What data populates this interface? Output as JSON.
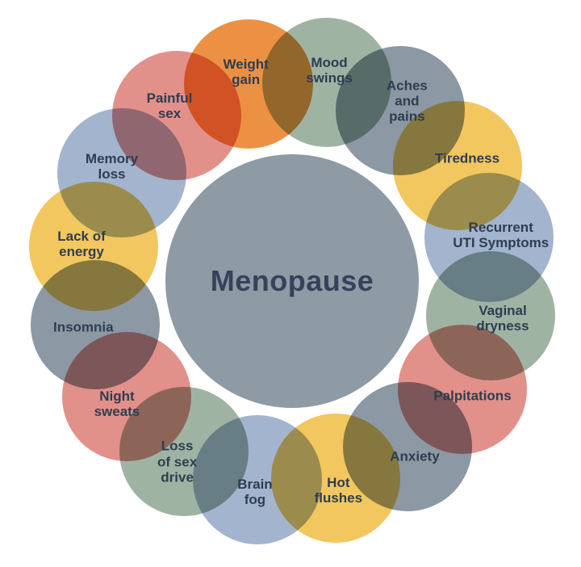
{
  "diagram": {
    "center": {
      "label": "Menopause",
      "color": "#8e9aa4",
      "text_color": "#34435a"
    },
    "label_text_color": "#2e3d50",
    "symptoms": [
      {
        "label": "Mood\nswings",
        "color": "#9fb3a3"
      },
      {
        "label": "Aches\nand\npains",
        "color": "#8c98a4"
      },
      {
        "label": "Tiredness",
        "color": "#f2c75f"
      },
      {
        "label": "Recurrent\nUTI Symptoms",
        "color": "#a3b4ce"
      },
      {
        "label": "Vaginal\ndryness",
        "color": "#9fb3a3"
      },
      {
        "label": "Palpitations",
        "color": "#e2908a"
      },
      {
        "label": "Anxiety",
        "color": "#8c98a4"
      },
      {
        "label": "Hot\nflushes",
        "color": "#f2c75f"
      },
      {
        "label": "Brain\nfog",
        "color": "#a3b4ce"
      },
      {
        "label": "Loss\nof sex\ndrive",
        "color": "#9fb3a3"
      },
      {
        "label": "Night\nsweats",
        "color": "#e2908a"
      },
      {
        "label": "Insomnia",
        "color": "#8c98a4"
      },
      {
        "label": "Lack of\nenergy",
        "color": "#f2c75f"
      },
      {
        "label": "Memory\nloss",
        "color": "#a3b4ce"
      },
      {
        "label": "Painful\nsex",
        "color": "#e2908a"
      },
      {
        "label": "Weight\ngain",
        "color": "#ec9143"
      }
    ]
  }
}
